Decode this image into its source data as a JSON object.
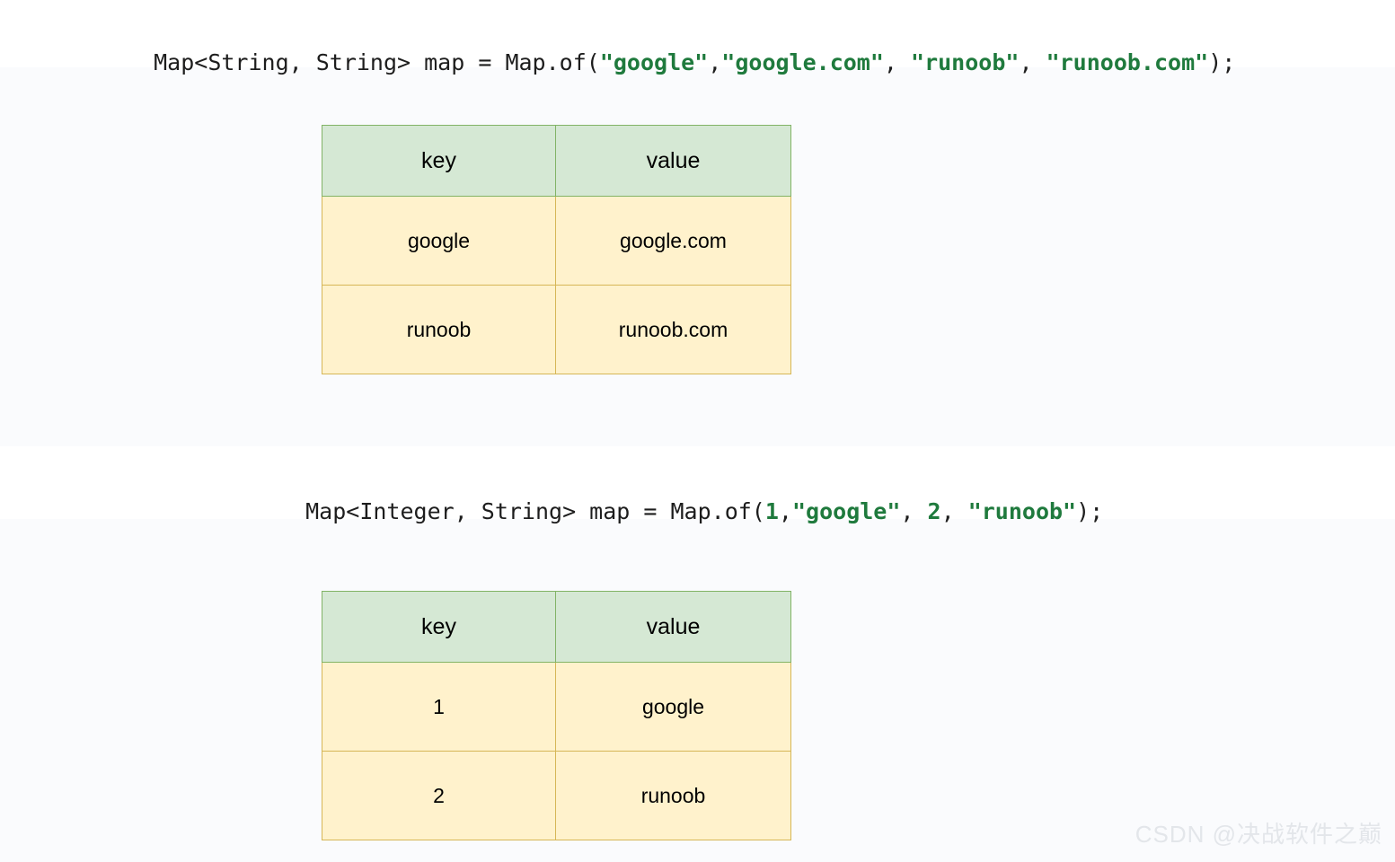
{
  "page": {
    "background": "#ffffff",
    "tint_band_color": "#fafbfd"
  },
  "code_blocks": [
    {
      "id": "code-line-1",
      "full_text": "Map<String, String> map = Map.of(\"google\",\"google.com\", \"runoob\", \"runoob.com\");",
      "tokens": [
        {
          "type": "plain",
          "text": "Map<String, String> map = Map.of("
        },
        {
          "type": "string",
          "text": "\"google\""
        },
        {
          "type": "plain",
          "text": ","
        },
        {
          "type": "string",
          "text": "\"google.com\""
        },
        {
          "type": "plain",
          "text": ", "
        },
        {
          "type": "string",
          "text": "\"runoob\""
        },
        {
          "type": "plain",
          "text": ", "
        },
        {
          "type": "string",
          "text": "\"runoob.com\""
        },
        {
          "type": "plain",
          "text": ");"
        }
      ]
    },
    {
      "id": "code-line-2",
      "full_text": "Map<Integer, String> map = Map.of(1,\"google\", 2, \"runoob\");",
      "tokens": [
        {
          "type": "plain",
          "text": "Map<Integer, String> map = Map.of("
        },
        {
          "type": "number",
          "text": "1"
        },
        {
          "type": "plain",
          "text": ","
        },
        {
          "type": "string",
          "text": "\"google\""
        },
        {
          "type": "plain",
          "text": ", "
        },
        {
          "type": "number",
          "text": "2"
        },
        {
          "type": "plain",
          "text": ", "
        },
        {
          "type": "string",
          "text": "\"runoob\""
        },
        {
          "type": "plain",
          "text": ");"
        }
      ]
    }
  ],
  "tables": [
    {
      "id": "table-string-string",
      "headers": [
        "key",
        "value"
      ],
      "rows": [
        [
          "google",
          "google.com"
        ],
        [
          "runoob",
          "runoob.com"
        ]
      ]
    },
    {
      "id": "table-integer-string",
      "headers": [
        "key",
        "value"
      ],
      "rows": [
        [
          "1",
          "google"
        ],
        [
          "2",
          "runoob"
        ]
      ]
    }
  ],
  "colors": {
    "header_fill": "#d5e8d4",
    "header_border": "#82b366",
    "cell_fill": "#fff2cc",
    "cell_border": "#d6b656",
    "code_default": "#1d1d1d",
    "code_literal": "#1f7a3d",
    "watermark": "#e3e6ea"
  },
  "watermark": {
    "text": "CSDN @决战软件之巅"
  }
}
